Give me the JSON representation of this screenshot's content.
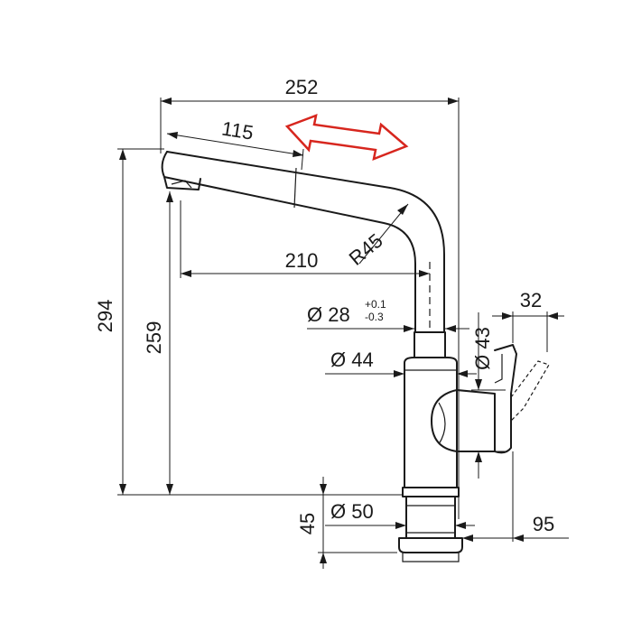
{
  "drawing": {
    "dimensions": {
      "total_width": "252",
      "spout_pullout": "115",
      "reach": "210",
      "bend_radius": "R45",
      "total_height": "294",
      "spout_height": "259",
      "tube_diameter": "Ø 28",
      "tube_tol_upper": "+0.1",
      "tube_tol_lower": "-0.3",
      "body_diameter": "Ø 44",
      "lever_diameter": "Ø 43",
      "lever_offset": "32",
      "base_diameter": "Ø 50",
      "base_height": "45",
      "lever_reach": "95"
    },
    "colors": {
      "line": "#1a1a1a",
      "arrow": "#d7261e"
    },
    "icons": {
      "pullout_arrow": "double-arrow-icon"
    }
  }
}
